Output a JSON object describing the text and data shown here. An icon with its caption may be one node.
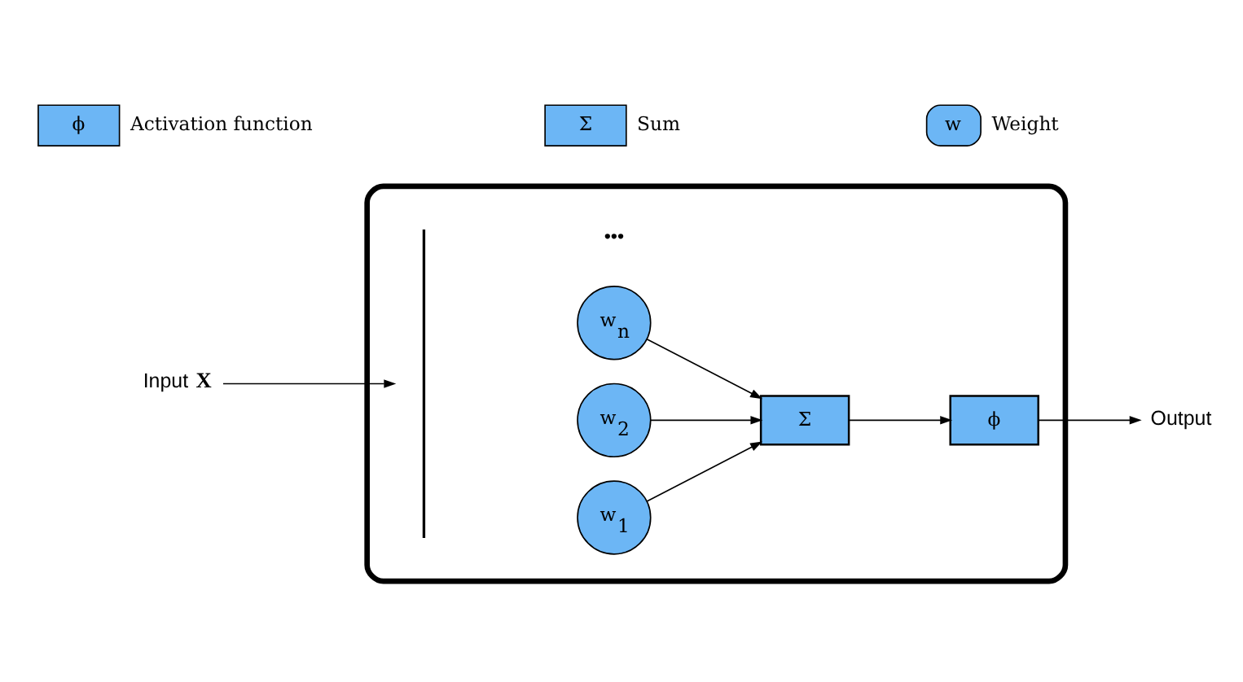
{
  "diagram": {
    "nodes": [
      {
        "text": [],
        "shape": "box"
      },
      {
        "text": [
          "Input **X**"
        ]
      },
      {
        "text": [],
        "shape": "brace",
        "in": 0
      },
      {
        "text": [
          "w$_{1}$"
        ],
        "in": 0
      },
      {
        "text": [
          "w$_{2}$"
        ],
        "in": 0
      },
      {
        "text": [
          "w$_{n}$"
        ],
        "in": 0
      },
      {
        "text": [
          "Σ"
        ],
        "in": 0
      },
      {
        "text": [
          "ϕ"
        ],
        "in": 0
      },
      {
        "text": [
          "Output"
        ]
      },
      {
        "text": [
          "ϕ"
        ],
        "beside": [
          "Activation function"
        ]
      },
      {
        "text": [
          "Σ"
        ],
        "beside": [
          "Sum"
        ]
      },
      {
        "text": [
          "w"
        ],
        "beside": [
          "Weight"
        ]
      }
    ],
    "edges": [
      {
        "from": 1,
        "to": 2,
        "arrow": "to"
      },
      {
        "from": 3,
        "to": 6,
        "arrow": "to"
      },
      {
        "from": 4,
        "to": 6,
        "arrow": "to"
      },
      {
        "from": 5,
        "to": 6,
        "arrow": "to"
      },
      {
        "from": 6,
        "to": 7,
        "arrow": "to"
      },
      {
        "from": 7,
        "to": 8,
        "arrow": "to"
      }
    ],
    "labels": [
      "•••"
    ]
  }
}
